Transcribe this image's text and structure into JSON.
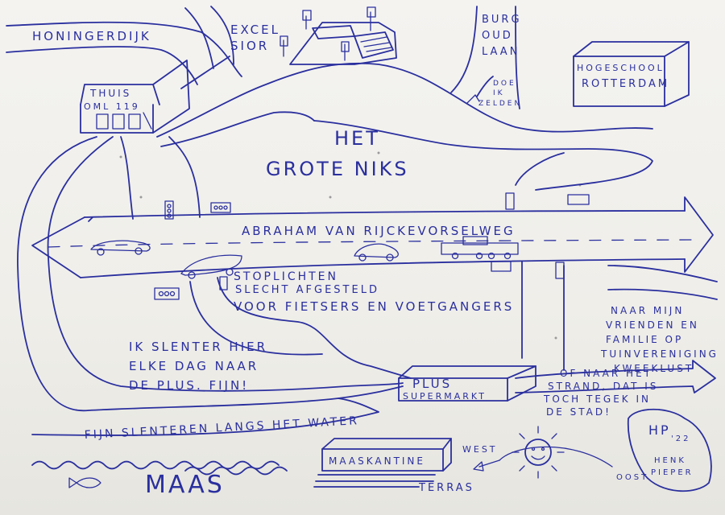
{
  "map": {
    "honingerdijk": "HONINGERDIJK",
    "excelsior": [
      "EXCEL",
      "SIOR"
    ],
    "burg_oud_laan": [
      "BURG",
      "OUD",
      "LAAN"
    ],
    "doe_ik_zelden": [
      "DOE",
      "IK",
      "ZELDEN"
    ],
    "hogeschool": [
      "HOGESCHOOL",
      "ROTTERDAM"
    ],
    "thuis": [
      "THUIS",
      "OML 119"
    ],
    "het_grote_niks": [
      "HET",
      "GROTE NIKS"
    ],
    "road_name": "ABRAHAM VAN RIJCKEVORSELWEG",
    "stoplichten": [
      "STOPLICHTEN",
      "SLECHT AFGESTELD",
      "VOOR FIETSERS EN VOETGANGERS"
    ],
    "vrienden": [
      "NAAR MIJN",
      "VRIENDEN EN",
      "FAMILIE OP",
      "TUINVERENIGING",
      "KWEEKLUST"
    ],
    "slenter": [
      "IK SLENTER HIER",
      "ELKE DAG NAAR",
      "DE PLUS. FIJN!"
    ],
    "plus": [
      "PLUS",
      "SUPERMARKT"
    ],
    "strand": [
      "OF NAAR HET",
      "STRAND, DAT IS",
      "TOCH TEGEK IN",
      "DE STAD!"
    ],
    "water_walk": "FIJN SLENTEREN LANGS HET WATER",
    "maas": "MAAS",
    "kantine": "MAASKANTINE",
    "terras": "TERRAS",
    "west": "WEST",
    "oost": "OOST",
    "signature": [
      "HP",
      "'22",
      "HENK",
      "PIEPER"
    ]
  }
}
